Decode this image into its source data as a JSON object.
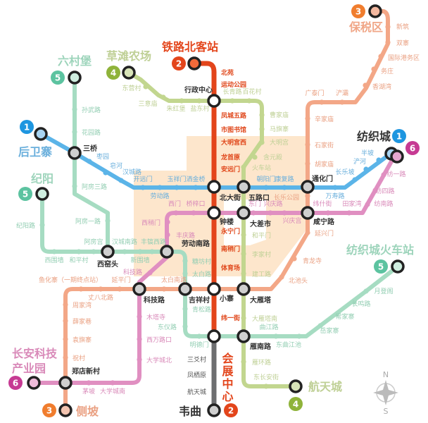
{
  "map": {
    "lines": [
      {
        "number": "1",
        "color": "#5bb4e8",
        "text": "#6aafdc",
        "stations": [
          "枣园",
          "皂河",
          "汉城路",
          "开远门",
          "劳动路",
          "玉祥门",
          "洒金桥",
          "朝阳门",
          "康复路",
          "万寿路",
          "长乐坡",
          "浐河",
          "半坡"
        ]
      },
      {
        "number": "2",
        "color": "#e3451b",
        "text": "#e0481c",
        "south_color": "#6d6e70",
        "south_text": "#555",
        "stations": [
          "北苑",
          "运动公园",
          "凤城五路",
          "市图书馆",
          "大明宫西",
          "龙首原",
          "安远门",
          "永宁门",
          "南稍门",
          "体育场",
          "纬一街"
        ],
        "south_stations": [
          "三爻村",
          "凤栖原",
          "航天城"
        ]
      },
      {
        "number": "3",
        "color": "#f3a787",
        "text": "#eaa183",
        "stations": [
          "新筑",
          "双寨",
          "国际港务区",
          "务庄",
          "香湖湾",
          "浐灞",
          "广泰门",
          "辛家庙",
          "石家街",
          "胡家庙",
          "长乐公园",
          "延兴门",
          "青龙寺",
          "北池头",
          "太白南路",
          "延平门",
          "丈八北路",
          "鱼化寨（一期终点站）",
          "周家湾",
          "薛家巷",
          "袁旗寨",
          "祝村"
        ]
      },
      {
        "number": "4",
        "color": "#c2d68f",
        "text": "#bfd096",
        "stations": [
          "东营村",
          "三意庙",
          "朱红堡",
          "盐东村",
          "长青路",
          "百花村",
          "曹家庙",
          "马旗寨",
          "大明宫",
          "含元殿",
          "火车站",
          "和平门",
          "李家村",
          "建工路",
          "大雁塔南",
          "雁环路",
          "东长安街"
        ]
      },
      {
        "number": "5",
        "color": "#a6dcc2",
        "text": "#93ceb3",
        "stations": [
          "孙武路",
          "花园路",
          "阿房三路",
          "阿房一路",
          "纪阳路",
          "西围墙",
          "和平村",
          "阿房宫",
          "汉城南路",
          "新围墙",
          "丰镐西路",
          "糖坊村",
          "太白路",
          "青松路",
          "东仪路",
          "明德门",
          "曲江路",
          "东曲江池",
          "岳家寨",
          "常家寨",
          "长鸣路",
          "月登阁"
        ]
      },
      {
        "number": "6",
        "color": "#e08fc1",
        "text": "#d98ab9",
        "stations": [
          "茅坡",
          "大学城南",
          "大学城北",
          "西万路口",
          "木塔寺",
          "科技路",
          "丰庆路",
          "西稍门",
          "西门",
          "桥梓口",
          "东门",
          "兴庆路",
          "兴庆宫",
          "纬什街",
          "田家湾",
          "纺南路",
          "纺四路",
          "纺一路"
        ]
      }
    ],
    "interchanges": [
      "三桥",
      "北大街",
      "五路口",
      "通化门",
      "行政中心",
      "钟楼",
      "大差市",
      "咸宁路",
      "小寨",
      "大雁塔",
      "吉祥村",
      "科技路",
      "劳动南路",
      "西窑头",
      "郑店新村",
      "雁南路",
      "会展中心"
    ],
    "terminals": [
      {
        "line": "2",
        "name": "铁路北客站"
      },
      {
        "line": "3",
        "name": "保税区"
      },
      {
        "line": "1",
        "name": "纺织城"
      },
      {
        "line": "6",
        "name": "纺织城"
      },
      {
        "line": "5",
        "name": "六村堡"
      },
      {
        "line": "4",
        "name": "草滩农场"
      },
      {
        "line": "1",
        "name": "后卫寨"
      },
      {
        "line": "5",
        "name": "纪阳"
      },
      {
        "line": "5",
        "name": "纺织城火车站"
      },
      {
        "line": "4",
        "name": "航天城"
      },
      {
        "line": "6",
        "name": "长安科技产业园"
      },
      {
        "line": "3",
        "name": "侧坡"
      },
      {
        "line": "2",
        "name": "韦曲"
      }
    ],
    "compass": {
      "north": "N",
      "south": "S"
    },
    "city_area_color": "#fde6cc"
  }
}
